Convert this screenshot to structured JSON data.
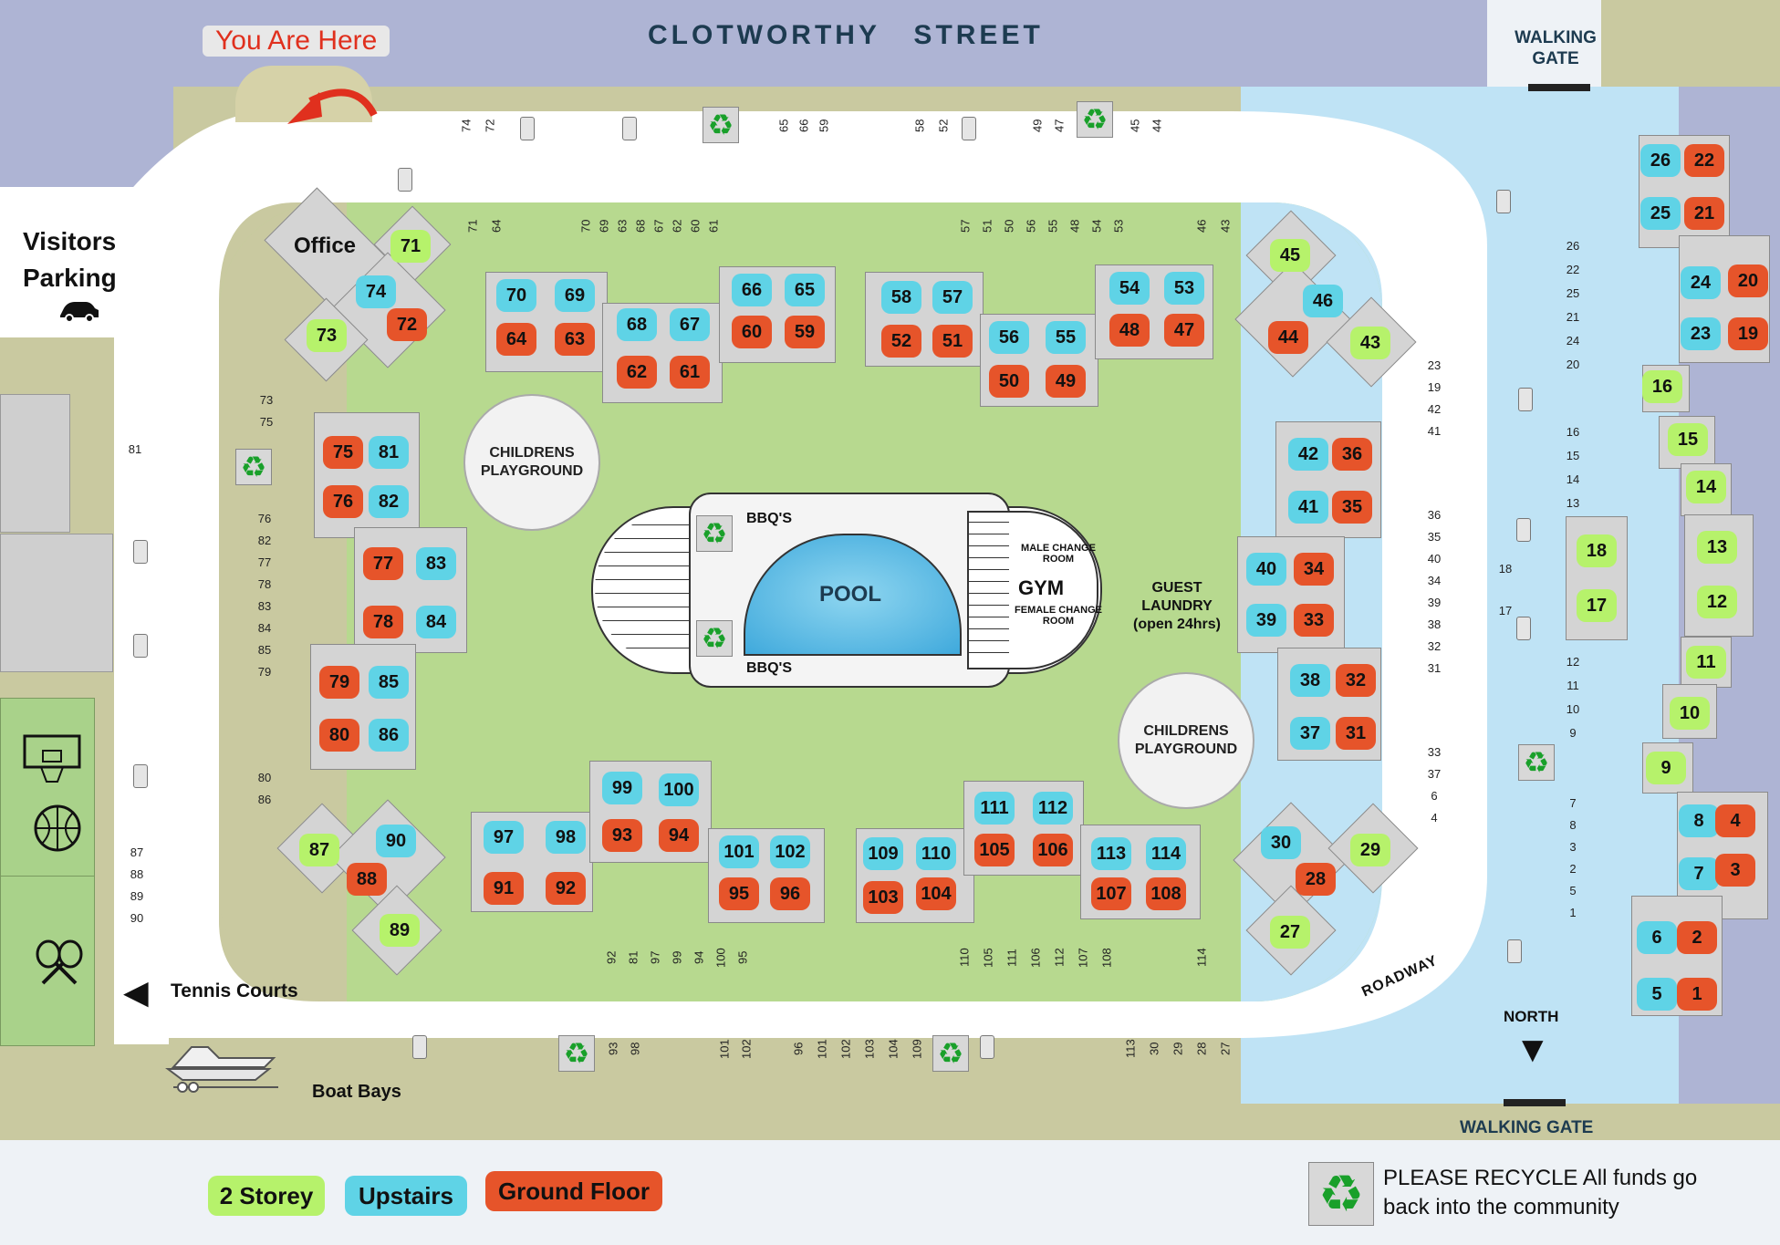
{
  "street": "CLOTWORTHY   STREET",
  "you_are_here": "You Are Here",
  "walking_gate_top": "WALKING GATE",
  "walking_gate_bottom": "WALKING GATE",
  "visitors_parking": "Visitors Parking",
  "office": "Office",
  "playground": "CHILDRENS PLAYGROUND",
  "pool": "POOL",
  "bbq": "BBQ'S",
  "gym": "GYM",
  "male_change": "MALE CHANGE ROOM",
  "female_change": "FEMALE CHANGE ROOM",
  "guest_laundry": "GUEST LAUNDRY (open 24hrs)",
  "tennis_courts": "Tennis Courts",
  "boat_bays": "Boat Bays",
  "roadway": "ROADWAY",
  "north": "NORTH",
  "legend": {
    "two_storey": "2 Storey",
    "upstairs": "Upstairs",
    "ground_floor": "Ground Floor"
  },
  "recycle_note": "PLEASE RECYCLE All funds go back into the community",
  "colors": {
    "two_storey": "#b6f26b",
    "upstairs": "#5fd3e6",
    "ground_floor": "#e6542a"
  },
  "icons": [
    "recycle-icon",
    "bin-icon",
    "car-icon",
    "boat-icon",
    "basketball-hoop-icon",
    "basketball-icon",
    "tennis-racquets-icon",
    "arrow-left-icon",
    "arrow-down-icon"
  ],
  "units": [
    {
      "n": "71",
      "t": "2s"
    },
    {
      "n": "74",
      "t": "up"
    },
    {
      "n": "72",
      "t": "gf"
    },
    {
      "n": "73",
      "t": "2s"
    },
    {
      "n": "70",
      "t": "up"
    },
    {
      "n": "69",
      "t": "up"
    },
    {
      "n": "64",
      "t": "gf"
    },
    {
      "n": "63",
      "t": "gf"
    },
    {
      "n": "68",
      "t": "up"
    },
    {
      "n": "67",
      "t": "up"
    },
    {
      "n": "62",
      "t": "gf"
    },
    {
      "n": "61",
      "t": "gf"
    },
    {
      "n": "66",
      "t": "up"
    },
    {
      "n": "65",
      "t": "up"
    },
    {
      "n": "60",
      "t": "gf"
    },
    {
      "n": "59",
      "t": "gf"
    },
    {
      "n": "58",
      "t": "up"
    },
    {
      "n": "57",
      "t": "up"
    },
    {
      "n": "52",
      "t": "gf"
    },
    {
      "n": "51",
      "t": "gf"
    },
    {
      "n": "56",
      "t": "up"
    },
    {
      "n": "55",
      "t": "up"
    },
    {
      "n": "50",
      "t": "gf"
    },
    {
      "n": "49",
      "t": "gf"
    },
    {
      "n": "54",
      "t": "up"
    },
    {
      "n": "53",
      "t": "up"
    },
    {
      "n": "48",
      "t": "gf"
    },
    {
      "n": "47",
      "t": "gf"
    },
    {
      "n": "45",
      "t": "2s"
    },
    {
      "n": "46",
      "t": "up"
    },
    {
      "n": "44",
      "t": "gf"
    },
    {
      "n": "43",
      "t": "2s"
    },
    {
      "n": "75",
      "t": "gf"
    },
    {
      "n": "81",
      "t": "up"
    },
    {
      "n": "76",
      "t": "gf"
    },
    {
      "n": "82",
      "t": "up"
    },
    {
      "n": "77",
      "t": "gf"
    },
    {
      "n": "83",
      "t": "up"
    },
    {
      "n": "78",
      "t": "gf"
    },
    {
      "n": "84",
      "t": "up"
    },
    {
      "n": "79",
      "t": "gf"
    },
    {
      "n": "85",
      "t": "up"
    },
    {
      "n": "80",
      "t": "gf"
    },
    {
      "n": "86",
      "t": "up"
    },
    {
      "n": "42",
      "t": "up"
    },
    {
      "n": "36",
      "t": "gf"
    },
    {
      "n": "41",
      "t": "up"
    },
    {
      "n": "35",
      "t": "gf"
    },
    {
      "n": "40",
      "t": "up"
    },
    {
      "n": "34",
      "t": "gf"
    },
    {
      "n": "39",
      "t": "up"
    },
    {
      "n": "33",
      "t": "gf"
    },
    {
      "n": "38",
      "t": "up"
    },
    {
      "n": "32",
      "t": "gf"
    },
    {
      "n": "37",
      "t": "up"
    },
    {
      "n": "31",
      "t": "gf"
    },
    {
      "n": "87",
      "t": "2s"
    },
    {
      "n": "90",
      "t": "up"
    },
    {
      "n": "88",
      "t": "gf"
    },
    {
      "n": "89",
      "t": "2s"
    },
    {
      "n": "97",
      "t": "up"
    },
    {
      "n": "98",
      "t": "up"
    },
    {
      "n": "91",
      "t": "gf"
    },
    {
      "n": "92",
      "t": "gf"
    },
    {
      "n": "99",
      "t": "up"
    },
    {
      "n": "100",
      "t": "up"
    },
    {
      "n": "93",
      "t": "gf"
    },
    {
      "n": "94",
      "t": "gf"
    },
    {
      "n": "101",
      "t": "up"
    },
    {
      "n": "102",
      "t": "up"
    },
    {
      "n": "95",
      "t": "gf"
    },
    {
      "n": "96",
      "t": "gf"
    },
    {
      "n": "109",
      "t": "up"
    },
    {
      "n": "110",
      "t": "up"
    },
    {
      "n": "103",
      "t": "gf"
    },
    {
      "n": "104",
      "t": "gf"
    },
    {
      "n": "111",
      "t": "up"
    },
    {
      "n": "112",
      "t": "up"
    },
    {
      "n": "105",
      "t": "gf"
    },
    {
      "n": "106",
      "t": "gf"
    },
    {
      "n": "113",
      "t": "up"
    },
    {
      "n": "114",
      "t": "up"
    },
    {
      "n": "107",
      "t": "gf"
    },
    {
      "n": "108",
      "t": "gf"
    },
    {
      "n": "30",
      "t": "up"
    },
    {
      "n": "29",
      "t": "2s"
    },
    {
      "n": "28",
      "t": "gf"
    },
    {
      "n": "27",
      "t": "2s"
    },
    {
      "n": "26",
      "t": "up"
    },
    {
      "n": "22",
      "t": "gf"
    },
    {
      "n": "25",
      "t": "up"
    },
    {
      "n": "21",
      "t": "gf"
    },
    {
      "n": "24",
      "t": "up"
    },
    {
      "n": "20",
      "t": "gf"
    },
    {
      "n": "23",
      "t": "up"
    },
    {
      "n": "19",
      "t": "gf"
    },
    {
      "n": "16",
      "t": "2s"
    },
    {
      "n": "15",
      "t": "2s"
    },
    {
      "n": "14",
      "t": "2s"
    },
    {
      "n": "18",
      "t": "2s"
    },
    {
      "n": "17",
      "t": "2s"
    },
    {
      "n": "13",
      "t": "2s"
    },
    {
      "n": "12",
      "t": "2s"
    },
    {
      "n": "11",
      "t": "2s"
    },
    {
      "n": "10",
      "t": "2s"
    },
    {
      "n": "9",
      "t": "2s"
    },
    {
      "n": "8",
      "t": "up"
    },
    {
      "n": "4",
      "t": "gf"
    },
    {
      "n": "7",
      "t": "up"
    },
    {
      "n": "3",
      "t": "gf"
    },
    {
      "n": "6",
      "t": "up"
    },
    {
      "n": "2",
      "t": "gf"
    },
    {
      "n": "5",
      "t": "up"
    },
    {
      "n": "1",
      "t": "gf"
    }
  ],
  "bays": {
    "top_a": [
      "74",
      "72"
    ],
    "top_b": [
      "65",
      "66",
      "59"
    ],
    "top_c": [
      "58",
      "52"
    ],
    "top_d": [
      "49",
      "47"
    ],
    "top_e": [
      "45",
      "44"
    ],
    "inner_top_a": [
      "71",
      "64"
    ],
    "inner_top_b": [
      "70",
      "69",
      "63",
      "68",
      "67",
      "62",
      "60",
      "61"
    ],
    "inner_top_c": [
      "57",
      "51",
      "50",
      "56",
      "55",
      "48",
      "54",
      "53"
    ],
    "inner_top_d": [
      "46",
      "43"
    ],
    "left_a": [
      "73",
      "75"
    ],
    "left_b": [
      "76",
      "82",
      "77",
      "78",
      "83",
      "84",
      "85",
      "79"
    ],
    "left_c": [
      "80",
      "86"
    ],
    "far_left_a": [
      "81"
    ],
    "far_left_b": [
      "87",
      "88",
      "89",
      "90"
    ],
    "right_inner_a": [
      "23",
      "19",
      "42",
      "41"
    ],
    "right_inner_b": [
      "36",
      "35",
      "40",
      "34",
      "39",
      "38",
      "32",
      "31"
    ],
    "right_inner_c": [
      "33",
      "37",
      "6",
      "4"
    ],
    "right_outer_a": [
      "26",
      "22",
      "25",
      "21",
      "24",
      "20"
    ],
    "right_outer_b": [
      "16",
      "15",
      "14",
      "13"
    ],
    "right_outer_c": [
      "18",
      "17"
    ],
    "right_outer_d": [
      "12",
      "11",
      "10",
      "9"
    ],
    "right_outer_e": [
      "7",
      "8",
      "3",
      "2",
      "5",
      "1"
    ],
    "inner_bottom_a": [
      "92",
      "81",
      "97",
      "99",
      "94",
      "100",
      "95"
    ],
    "inner_bottom_b": [
      "110",
      "105",
      "111",
      "106",
      "112",
      "107",
      "108"
    ],
    "inner_bottom_c": [
      "114"
    ],
    "bottom_a": [
      "93",
      "98"
    ],
    "bottom_b": [
      "101",
      "102"
    ],
    "bottom_c": [
      "96",
      "101",
      "102",
      "103",
      "104",
      "109"
    ],
    "bottom_d": [
      "113",
      "30",
      "29",
      "28",
      "27"
    ]
  }
}
